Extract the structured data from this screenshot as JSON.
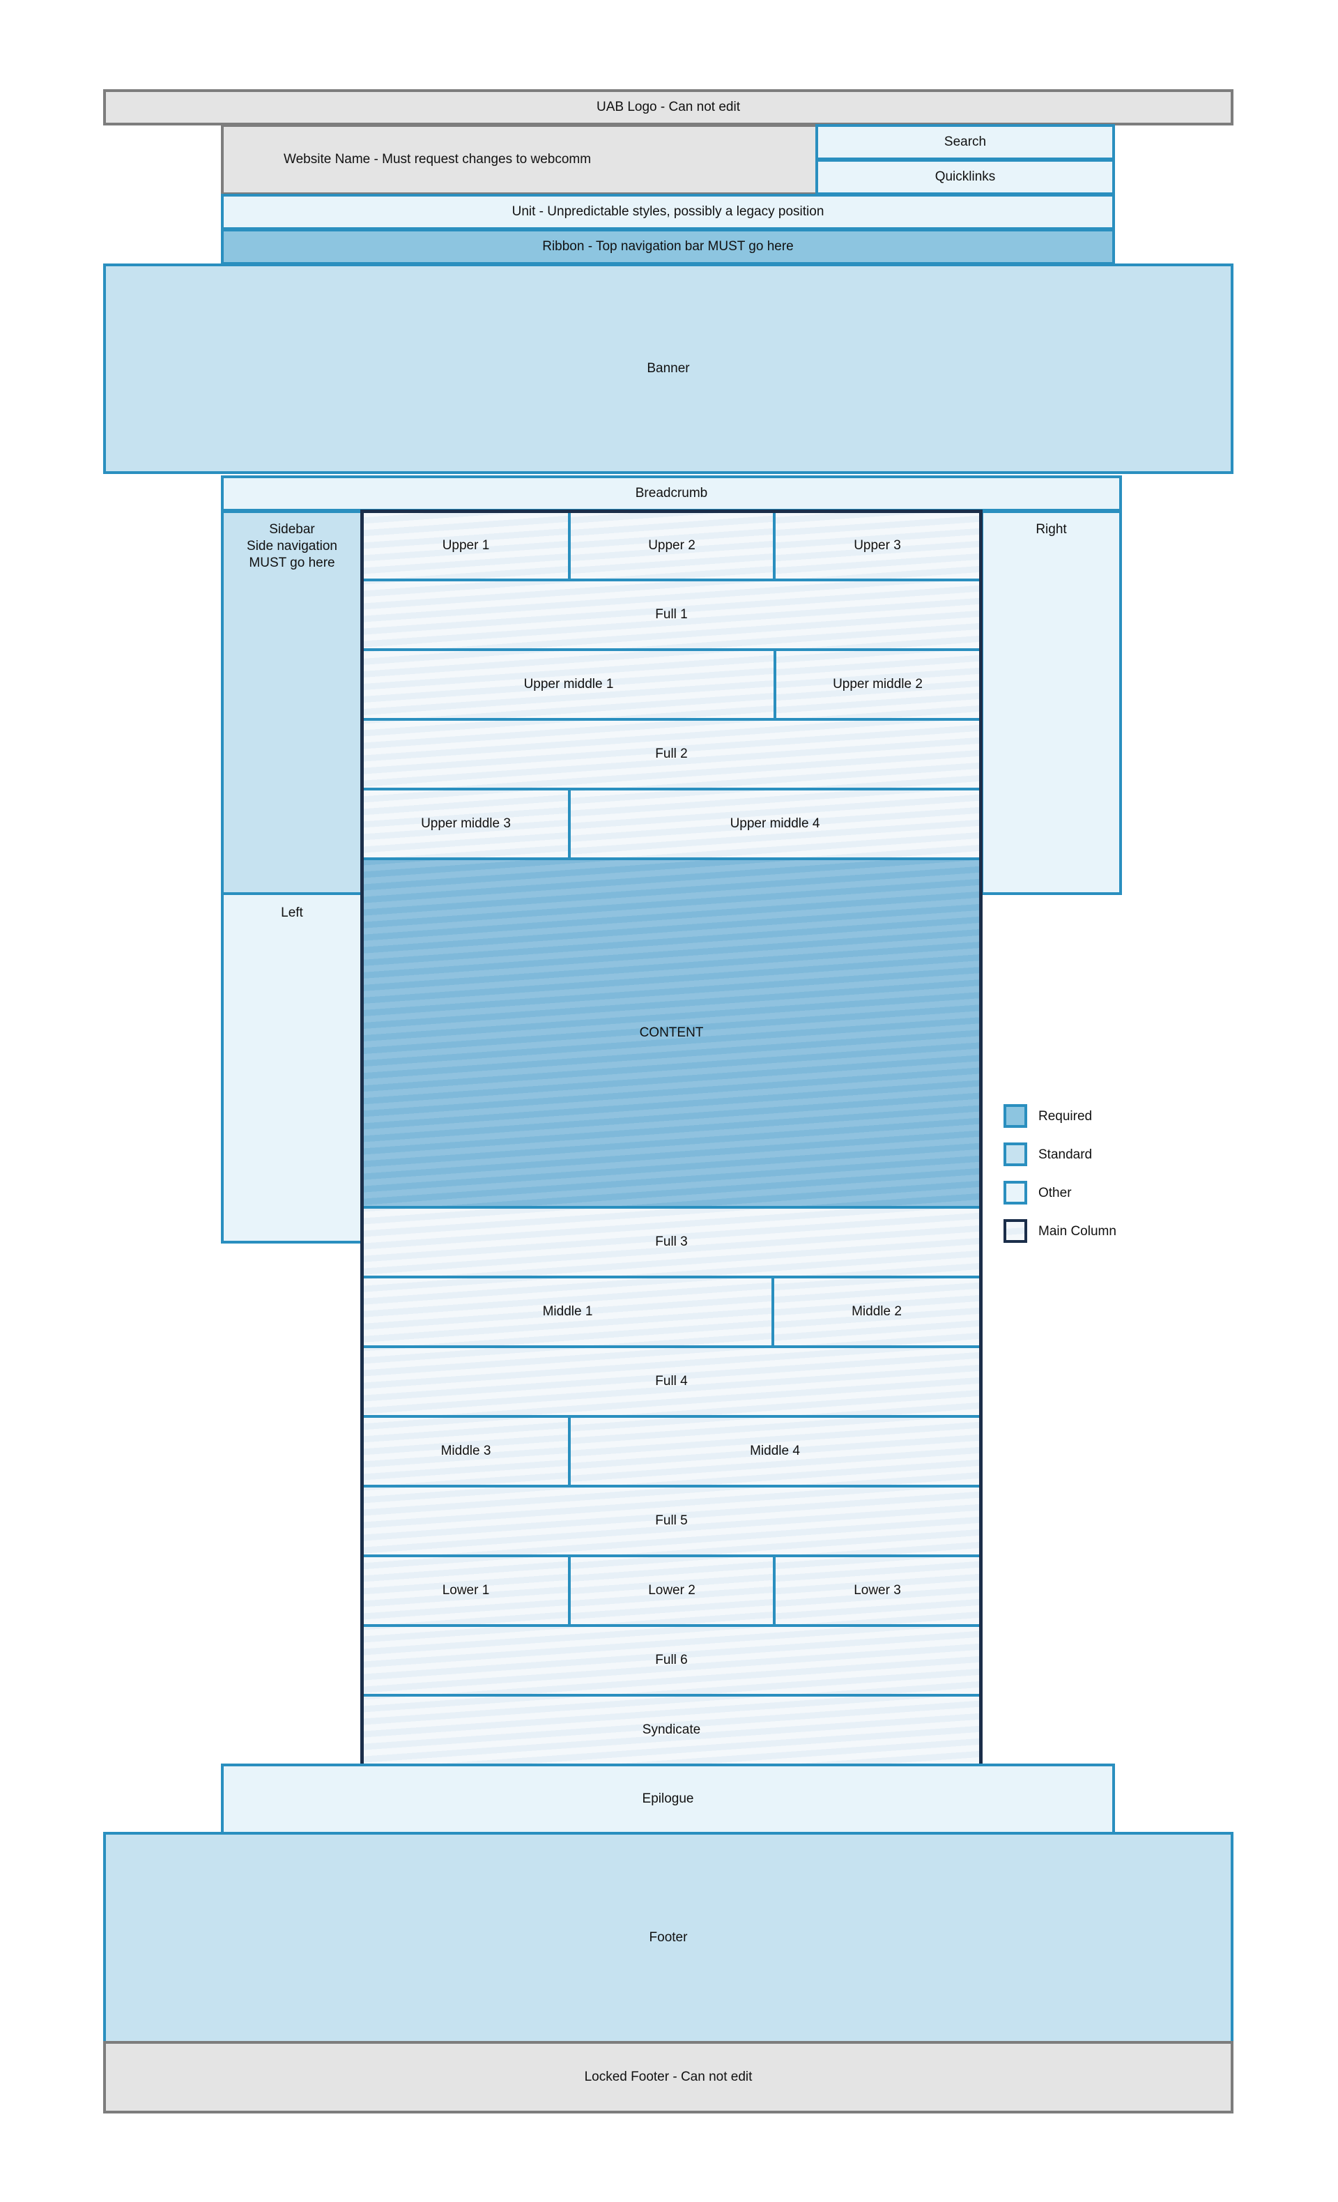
{
  "regions": {
    "uab_logo": "UAB Logo - Can not edit",
    "website_name": "Website Name - Must request changes to webcomm",
    "search": "Search",
    "quicklinks": "Quicklinks",
    "unit": "Unit - Unpredictable styles, possibly a legacy position",
    "ribbon": "Ribbon - Top navigation bar MUST go here",
    "banner": "Banner",
    "breadcrumb": "Breadcrumb",
    "sidebar": "Sidebar\nSide navigation\nMUST go here",
    "right": "Right",
    "left": "Left",
    "epilogue": "Epilogue",
    "footer": "Footer",
    "locked_footer": "Locked Footer - Can not edit"
  },
  "main_column": {
    "upper_1": "Upper 1",
    "upper_2": "Upper 2",
    "upper_3": "Upper 3",
    "full_1": "Full 1",
    "upper_middle_1": "Upper middle 1",
    "upper_middle_2": "Upper middle 2",
    "full_2": "Full 2",
    "upper_middle_3": "Upper middle 3",
    "upper_middle_4": "Upper middle 4",
    "content": "CONTENT",
    "full_3": "Full 3",
    "middle_1": "Middle 1",
    "middle_2": "Middle 2",
    "full_4": "Full 4",
    "middle_3": "Middle 3",
    "middle_4": "Middle 4",
    "full_5": "Full 5",
    "lower_1": "Lower 1",
    "lower_2": "Lower 2",
    "lower_3": "Lower 3",
    "full_6": "Full 6",
    "syndicate": "Syndicate"
  },
  "legend": {
    "required": "Required",
    "standard": "Standard",
    "other": "Other",
    "main_column": "Main Column"
  },
  "colors": {
    "required": "#8dc5e0",
    "standard": "#c6e2f0",
    "other": "#e8f4fa",
    "border": "#2a8fbf",
    "main_column_border": "#1b2e4a",
    "locked": "#e4e4e4"
  }
}
